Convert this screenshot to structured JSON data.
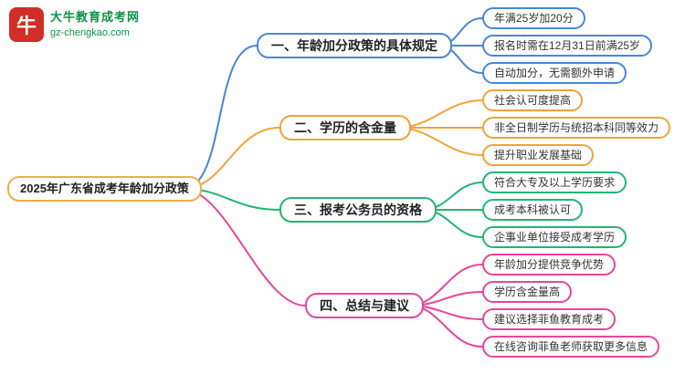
{
  "page": {
    "background": "#ffffff"
  },
  "logo": {
    "icon_glyph": "牛",
    "icon_color": "#d02e26",
    "site_name": "大牛教育成考网",
    "site_domain": "gz-chengkao.com",
    "text_color": "#0e9347"
  },
  "mindmap": {
    "root": {
      "label": "2025年广东省成考年龄加分政策",
      "color": "#eab04c"
    },
    "branches": [
      {
        "label": "一、年龄加分政策的具体规定",
        "color": "#4a86d8",
        "children": [
          "年满25岁加20分",
          "报名时需在12月31日前满25岁",
          "自动加分，无需额外申请"
        ]
      },
      {
        "label": "二、学历的含金量",
        "color": "#f2a33c",
        "children": [
          "社会认可度提高",
          "非全日制学历与统招本科同等效力",
          "提升职业发展基础"
        ]
      },
      {
        "label": "三、报考公务员的资格",
        "color": "#22b573",
        "children": [
          "符合大专及以上学历要求",
          "成考本科被认可",
          "企事业单位接受成考学历"
        ]
      },
      {
        "label": "四、总结与建议",
        "color": "#e8459a",
        "children": [
          "年龄加分提供竞争优势",
          "学历含金量高",
          "建议选择菲鱼教育成考",
          "在线咨询菲鱼老师获取更多信息"
        ]
      }
    ]
  }
}
